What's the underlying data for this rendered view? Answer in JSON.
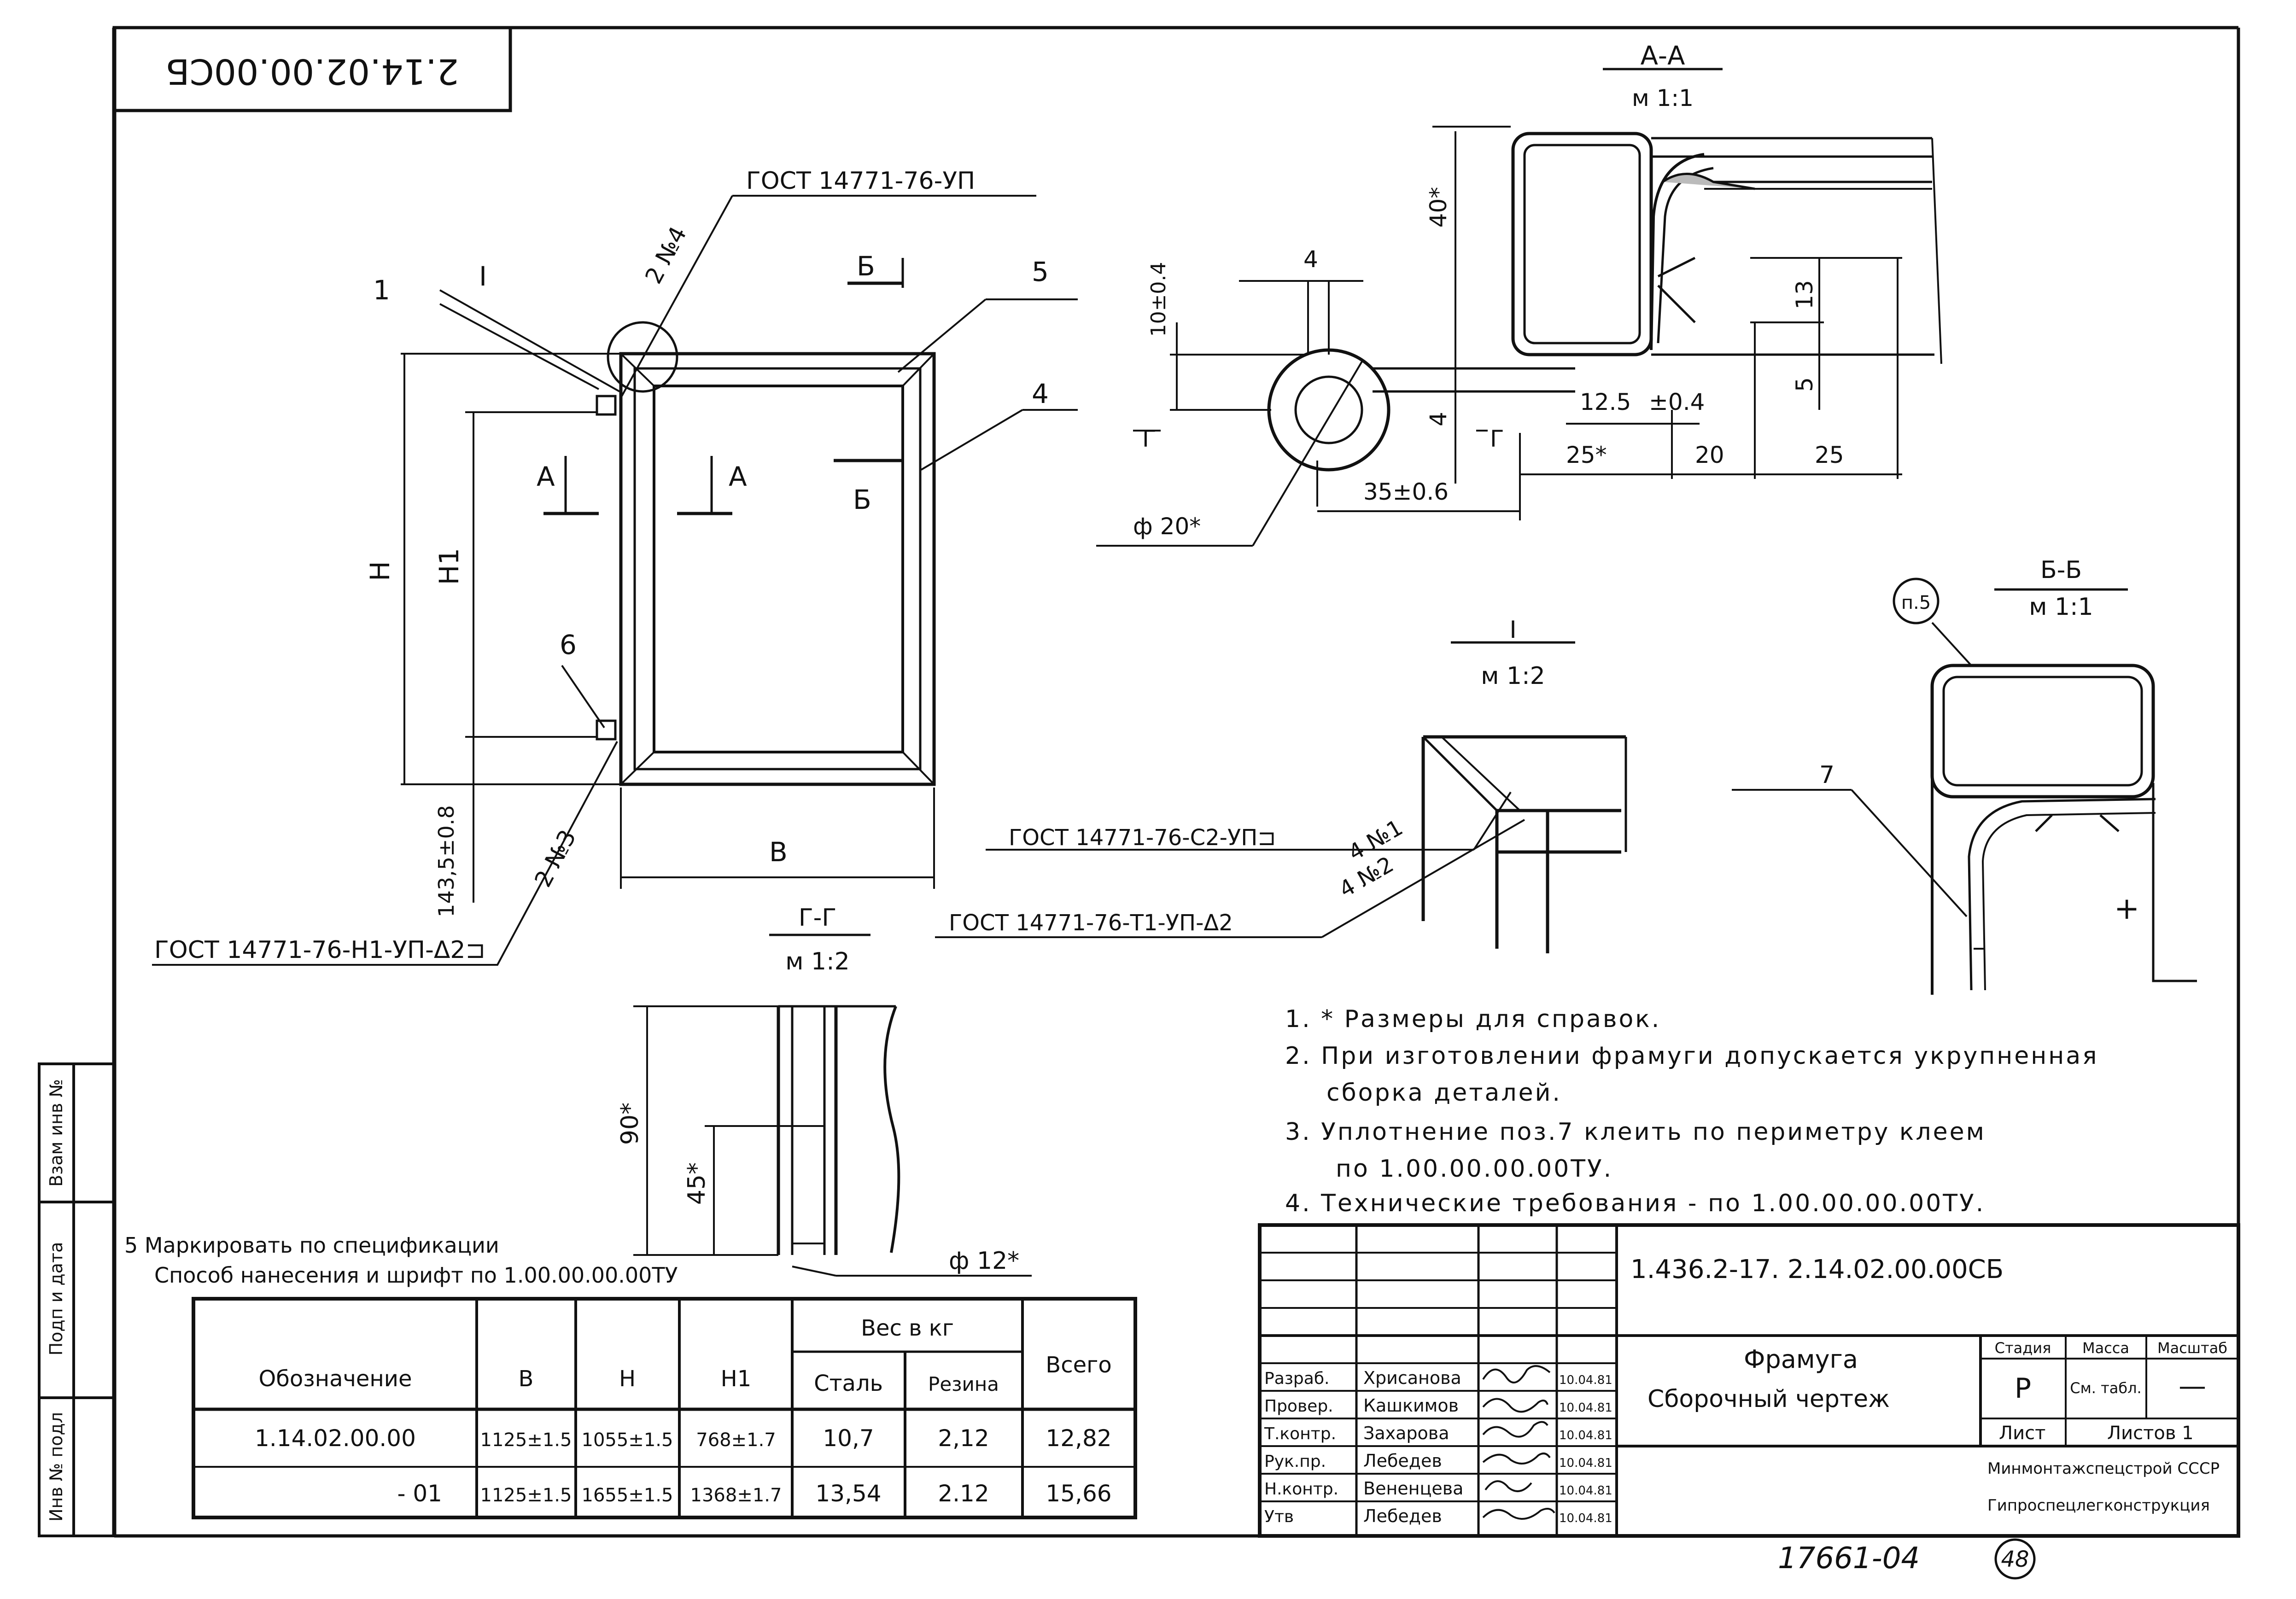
{
  "stamp_rotated": "2.14.02.00.00СБ",
  "main_view": {
    "gost_top": "ГОСТ 14771-76-УП",
    "weld_top": "2 №4",
    "callouts": [
      "1",
      "5",
      "4",
      "6"
    ],
    "view_I": "I",
    "section_A": "А",
    "section_B": "Б",
    "dim_H": "Н",
    "dim_H1": "Н1",
    "dim_B": "В",
    "dim_143": "143,5±0.8",
    "weld_bottom": "2 №3",
    "gost_bottom": "ГОСТ 14771-76-Н1-УП-Δ2⊐"
  },
  "section_AA": {
    "title": "А-А",
    "scale": "м 1:1",
    "dims": {
      "d40": "40*",
      "d10": "10±0.4",
      "d4a": "4",
      "d4b": "4",
      "d13": "13",
      "d5": "5",
      "d12_5": "12.5",
      "d0_4": "±0.4",
      "d25s": "25*",
      "d20": "20",
      "d25": "25",
      "d35": "35±0.6",
      "phi20": "ф 20*",
      "g": "Г"
    }
  },
  "detail_I": {
    "title": "I",
    "scale": "м 1:2",
    "weld1": "4 №1",
    "weld2": "4 №2",
    "gost1": "ГОСТ 14771-76-С2-УП⊐",
    "gost2": "ГОСТ 14771-76-Т1-УП-Δ2"
  },
  "section_GG": {
    "title": "Г-Г",
    "scale": "м 1:2",
    "d90": "90*",
    "d45": "45*",
    "phi12": "ф 12*"
  },
  "section_BB": {
    "title": "Б-Б",
    "scale": "м 1:1",
    "p5": "п.5",
    "callout7": "7",
    "plus": "+"
  },
  "notes": [
    "1. * Размеры для справок.",
    "2. При изготовлении фрамуги допускается укрупненная",
    "сборка деталей.",
    "3. Уплотнение поз.7 клеить по периметру клеем",
    "по 1.00.00.00.00ТУ.",
    "4. Технические требования - по 1.00.00.00.00ТУ."
  ],
  "note5": [
    "5 Маркировать по спецификации",
    "Способ нанесения и шрифт по 1.00.00.00.00ТУ"
  ],
  "spec_table": {
    "headers": {
      "designation": "Обозначение",
      "b": "В",
      "h": "Н",
      "h1": "Н1",
      "weight": "Вес в кг",
      "steel": "Сталь",
      "rubber": "Резина",
      "total": "Всего"
    },
    "rows": [
      {
        "designation": "1.14.02.00.00",
        "b": "1125±1.5",
        "h": "1055±1.5",
        "h1": "768±1.7",
        "steel": "10,7",
        "rubber": "2,12",
        "total": "12,82"
      },
      {
        "designation": "- 01",
        "b": "1125±1.5",
        "h": "1655±1.5",
        "h1": "1368±1.7",
        "steel": "13,54",
        "rubber": "2.12",
        "total": "15,66"
      }
    ]
  },
  "side_stamps": [
    "Взам инв №",
    "Подп и дата",
    "Инв № подл"
  ],
  "title_block": {
    "code": "1.436.2-17. 2.14.02.00.00СБ",
    "name1": "Фрамуга",
    "name2": "Сборочный чертеж",
    "roles": [
      "Разраб.",
      "Провер.",
      "Т.контр.",
      "Рук.пр.",
      "Н.контр.",
      "Утв"
    ],
    "names": [
      "Хрисанова",
      "Кашкимов",
      "Захарова",
      "Лебедев",
      "Вененцева",
      "Лебедев"
    ],
    "dates": [
      "10.04.81",
      "10.04.81",
      "10.04.81",
      "10.04.81",
      "10.04.81",
      "10.04.81"
    ],
    "stage_label": "Стадия",
    "mass_label": "Масса",
    "scale_label": "Масштаб",
    "stage": "Р",
    "mass": "См. табл.",
    "scale": "—",
    "sheet_label": "Лист",
    "sheets_label": "Листов 1",
    "org1": "Минмонтажспецстрой СССР",
    "org2": "Гипроспецлегконструкция"
  },
  "footer_number": "17661-04",
  "page_number": "48"
}
